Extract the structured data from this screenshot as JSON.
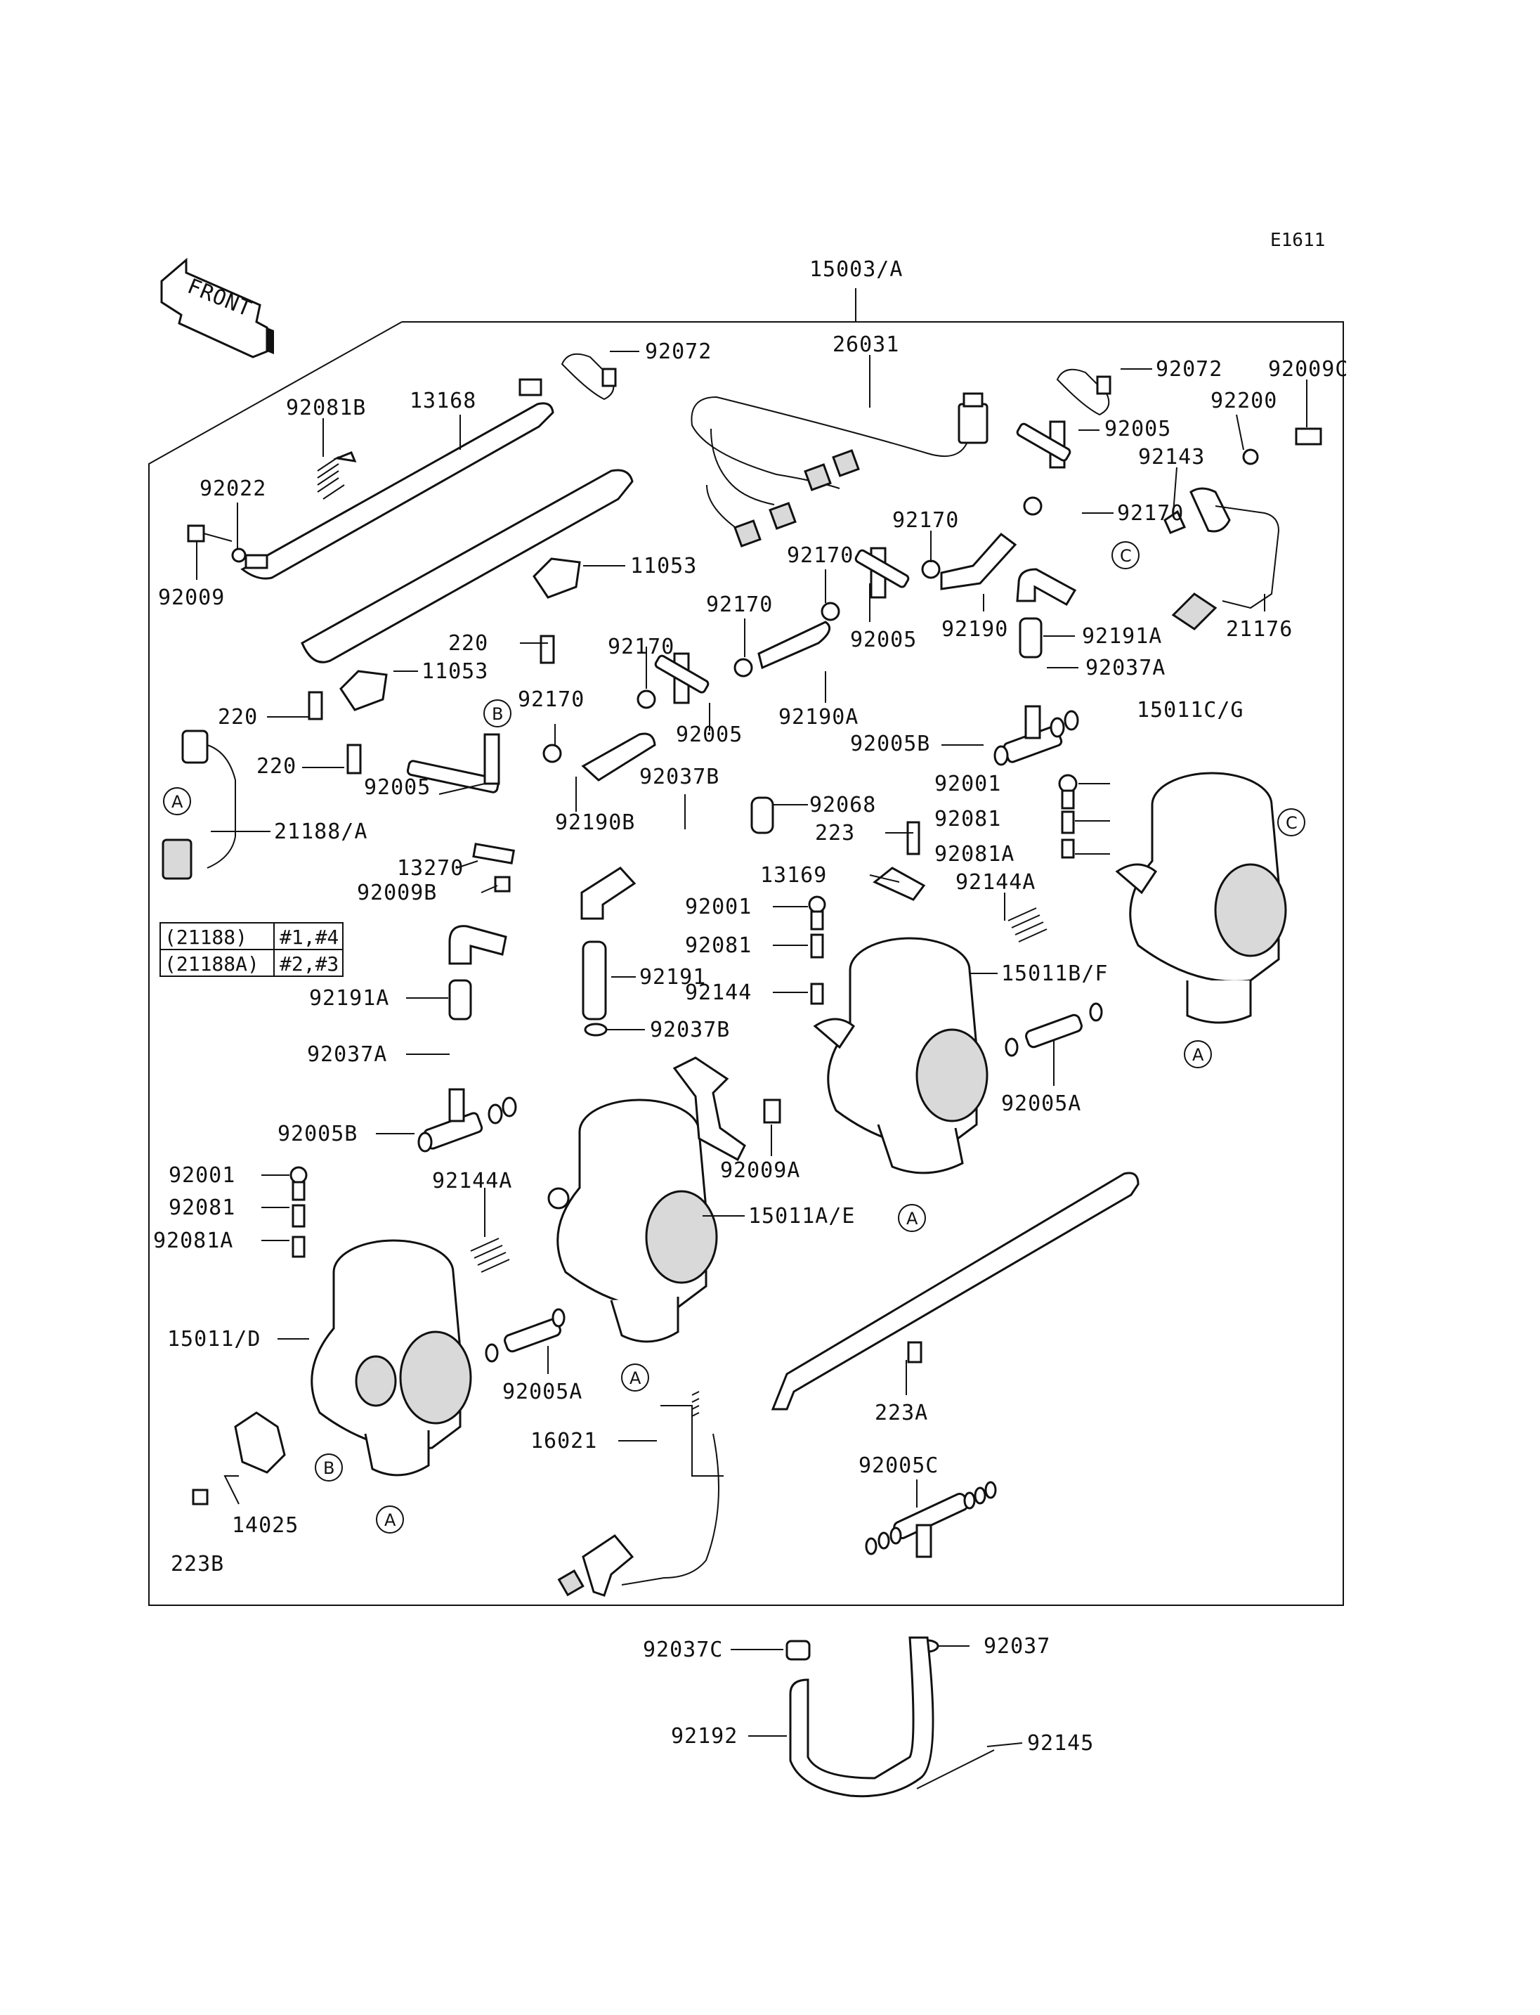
{
  "diagram_code": "E1611",
  "front_label": "FRONT",
  "assembly_label": "15003/A",
  "callouts": [
    {
      "id": "92072a",
      "text": "92072"
    },
    {
      "id": "26031",
      "text": "26031"
    },
    {
      "id": "92072b",
      "text": "92072"
    },
    {
      "id": "92009C",
      "text": "92009C"
    },
    {
      "id": "92081B",
      "text": "92081B"
    },
    {
      "id": "13168",
      "text": "13168"
    },
    {
      "id": "92200",
      "text": "92200"
    },
    {
      "id": "92005a",
      "text": "92005"
    },
    {
      "id": "92143",
      "text": "92143"
    },
    {
      "id": "92022",
      "text": "92022"
    },
    {
      "id": "92170a",
      "text": "92170"
    },
    {
      "id": "92170b",
      "text": "92170"
    },
    {
      "id": "92009",
      "text": "92009"
    },
    {
      "id": "11053a",
      "text": "11053"
    },
    {
      "id": "92170c",
      "text": "92170"
    },
    {
      "id": "92005b",
      "text": "92005"
    },
    {
      "id": "92190",
      "text": "92190"
    },
    {
      "id": "92191A",
      "text": "92191A"
    },
    {
      "id": "21176",
      "text": "21176"
    },
    {
      "id": "92170d",
      "text": "92170"
    },
    {
      "id": "220a",
      "text": "220"
    },
    {
      "id": "92170e",
      "text": "92170"
    },
    {
      "id": "11053b",
      "text": "11053"
    },
    {
      "id": "92037Aa",
      "text": "92037A"
    },
    {
      "id": "92190A",
      "text": "92190A"
    },
    {
      "id": "220b",
      "text": "220"
    },
    {
      "id": "92170f",
      "text": "92170"
    },
    {
      "id": "15011CG",
      "text": "15011C/G"
    },
    {
      "id": "92005c",
      "text": "92005"
    },
    {
      "id": "92005Ba",
      "text": "92005B"
    },
    {
      "id": "220c",
      "text": "220"
    },
    {
      "id": "92005d",
      "text": "92005"
    },
    {
      "id": "92037B",
      "text": "92037B"
    },
    {
      "id": "92001a",
      "text": "92001"
    },
    {
      "id": "92190B",
      "text": "92190B"
    },
    {
      "id": "92068",
      "text": "92068"
    },
    {
      "id": "21188A",
      "text": "21188/A"
    },
    {
      "id": "223",
      "text": "223"
    },
    {
      "id": "92081a",
      "text": "92081"
    },
    {
      "id": "13270",
      "text": "13270"
    },
    {
      "id": "13169",
      "text": "13169"
    },
    {
      "id": "92081Aa",
      "text": "92081A"
    },
    {
      "id": "92009B",
      "text": "92009B"
    },
    {
      "id": "92144A",
      "text": "92144A"
    },
    {
      "id": "92001b",
      "text": "92001"
    },
    {
      "id": "92081b",
      "text": "92081"
    },
    {
      "id": "15011BF",
      "text": "15011B/F"
    },
    {
      "id": "92191",
      "text": "92191"
    },
    {
      "id": "92191Ab",
      "text": "92191A"
    },
    {
      "id": "92144",
      "text": "92144"
    },
    {
      "id": "92037Bb",
      "text": "92037B"
    },
    {
      "id": "92037Ab",
      "text": "92037A"
    },
    {
      "id": "92005A",
      "text": "92005A"
    },
    {
      "id": "92005Bb",
      "text": "92005B"
    },
    {
      "id": "92009A",
      "text": "92009A"
    },
    {
      "id": "92001c",
      "text": "92001"
    },
    {
      "id": "92144Ab",
      "text": "92144A"
    },
    {
      "id": "92081c",
      "text": "92081"
    },
    {
      "id": "15011AE",
      "text": "15011A/E"
    },
    {
      "id": "92081Ab",
      "text": "92081A"
    },
    {
      "id": "15011D",
      "text": "15011/D"
    },
    {
      "id": "92005Ab",
      "text": "92005A"
    },
    {
      "id": "223A",
      "text": "223A"
    },
    {
      "id": "16021",
      "text": "16021"
    },
    {
      "id": "92005C",
      "text": "92005C"
    },
    {
      "id": "14025",
      "text": "14025"
    },
    {
      "id": "223B",
      "text": "223B"
    },
    {
      "id": "92037C",
      "text": "92037C"
    },
    {
      "id": "92037",
      "text": "92037"
    },
    {
      "id": "92192",
      "text": "92192"
    },
    {
      "id": "92145",
      "text": "92145"
    }
  ],
  "table": {
    "rows": [
      [
        "(21188)",
        "#1,#4"
      ],
      [
        "(21188A)",
        "#2,#3"
      ]
    ]
  },
  "ref_markers": {
    "A": "A",
    "B": "B",
    "C": "C"
  }
}
